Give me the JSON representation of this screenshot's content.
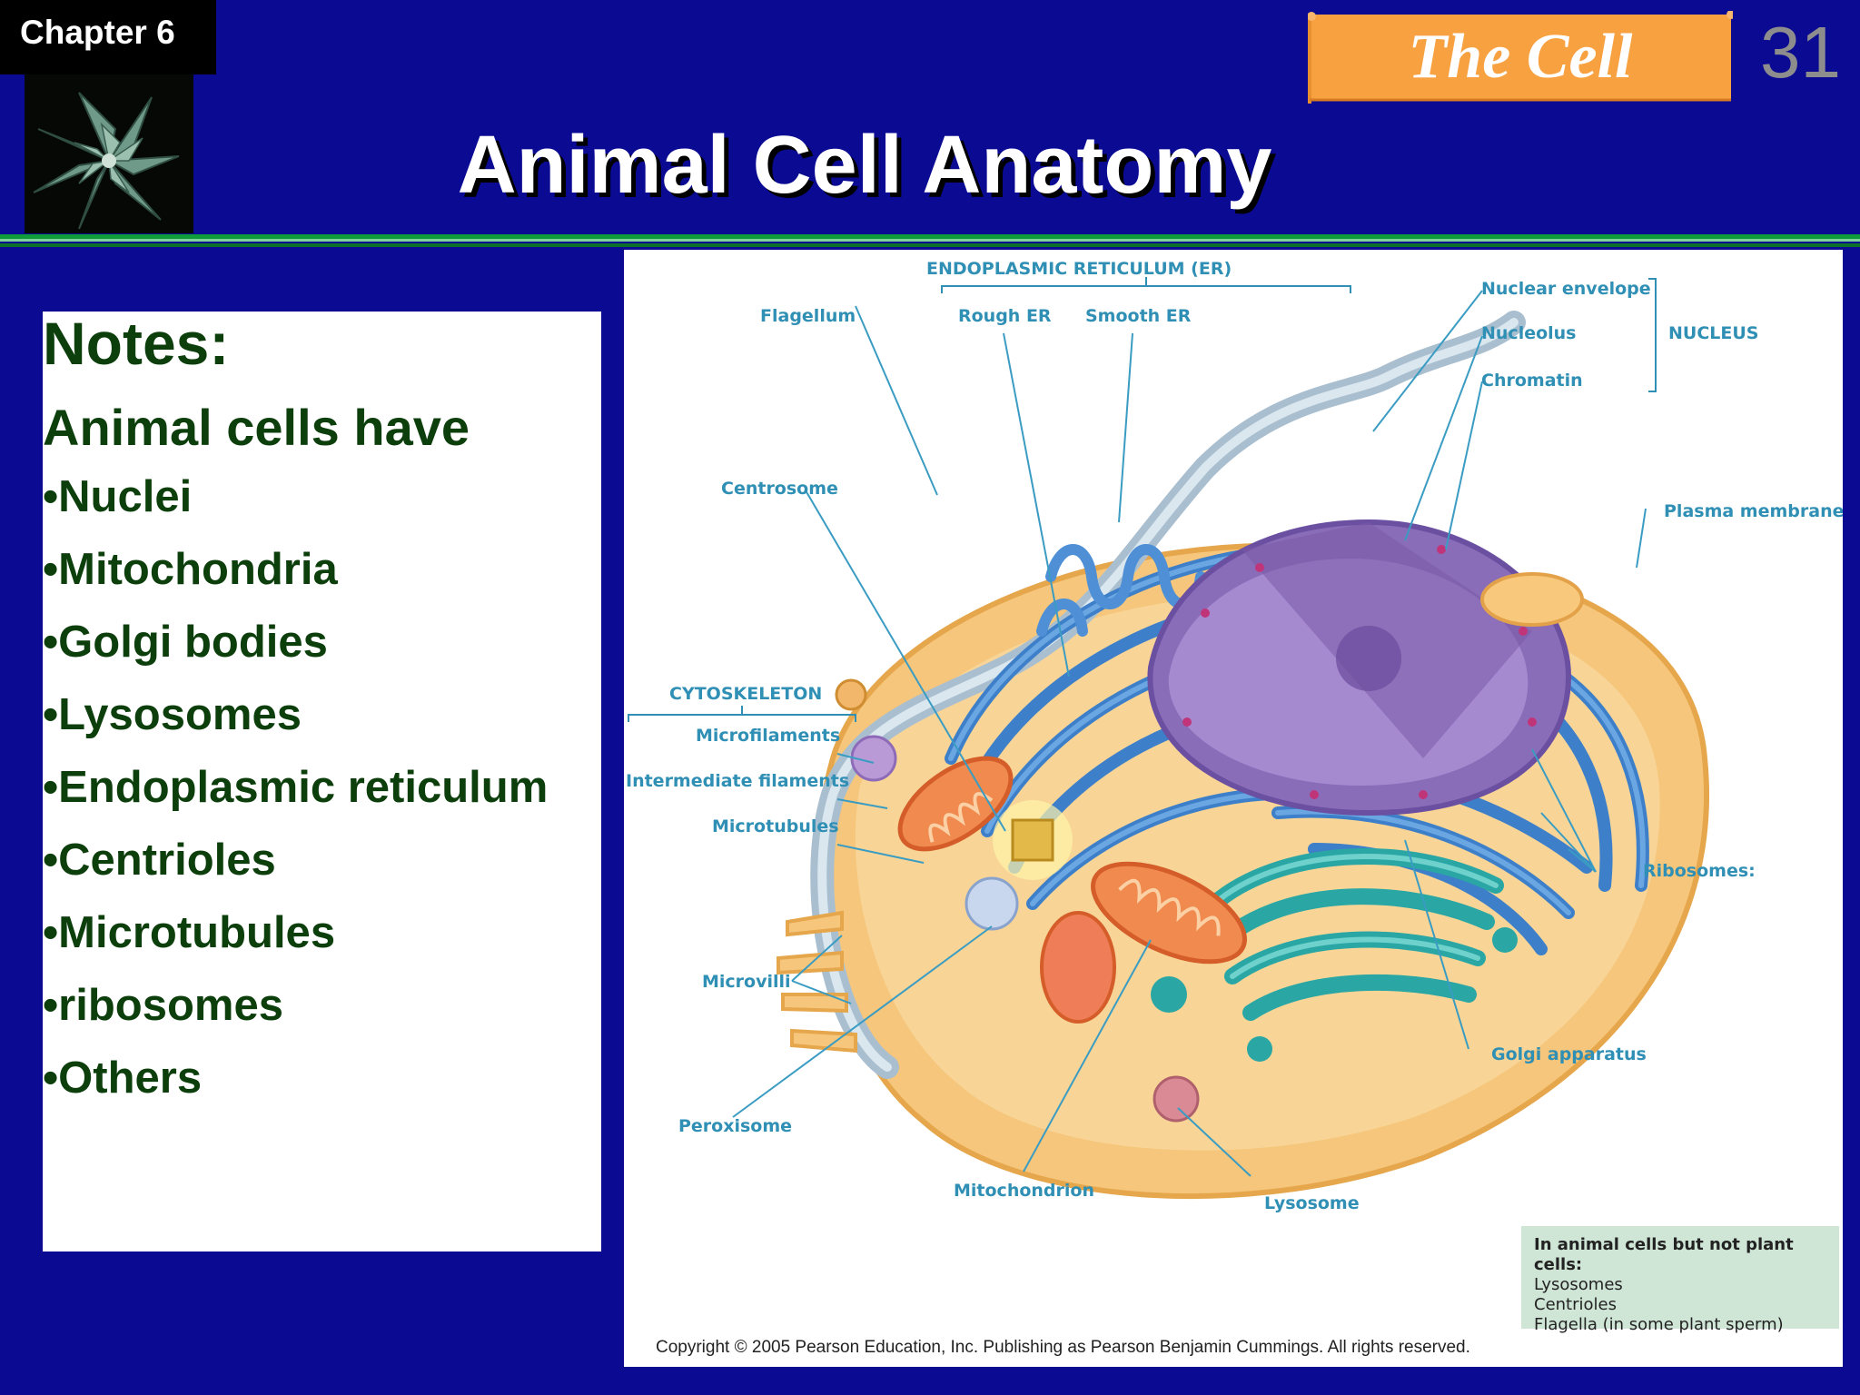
{
  "header": {
    "chapter": "Chapter 6",
    "banner": "The Cell",
    "page_number": "31",
    "title": "Animal Cell Anatomy"
  },
  "notes": {
    "heading": "Notes:",
    "subheading": "Animal cells have",
    "items": [
      "•Nuclei",
      "•Mitochondria",
      "•Golgi bodies",
      "•Lysosomes",
      "•Endoplasmic reticulum",
      "•Centrioles",
      "•Microtubules",
      "•ribosomes",
      "•Others"
    ]
  },
  "diagram": {
    "labels": {
      "er": "ENDOPLASMIC RETICULUM (ER)",
      "flagellum": "Flagellum",
      "rough_er": "Rough ER",
      "smooth_er": "Smooth ER",
      "nuclear_envelope": "Nuclear envelope",
      "nucleolus": "Nucleolus",
      "chromatin": "Chromatin",
      "nucleus": "NUCLEUS",
      "centrosome": "Centrosome",
      "plasma_membrane": "Plasma membrane:",
      "cytoskeleton": "CYTOSKELETON",
      "microfilaments": "Microfilaments",
      "intermediate_filaments": "Intermediate filaments",
      "microtubules": "Microtubules",
      "ribosomes": "Ribosomes:",
      "microvilli": "Microvilli",
      "golgi": "Golgi apparatus",
      "peroxisome": "Peroxisome",
      "mitochondrion": "Mitochondrion",
      "lysosome": "Lysosome"
    },
    "inset": {
      "heading": "In animal cells but not plant cells:",
      "items": [
        "Lysosomes",
        "Centrioles",
        "Flagella (in some plant sperm)"
      ]
    },
    "copyright": "Copyright © 2005 Pearson Education, Inc. Publishing as Pearson Benjamin Cummings. All rights reserved."
  },
  "colors": {
    "background": "#0a0a92",
    "banner": "#f8a141",
    "notes_text": "#0d3f0d",
    "label_text": "#2f8fb4"
  }
}
